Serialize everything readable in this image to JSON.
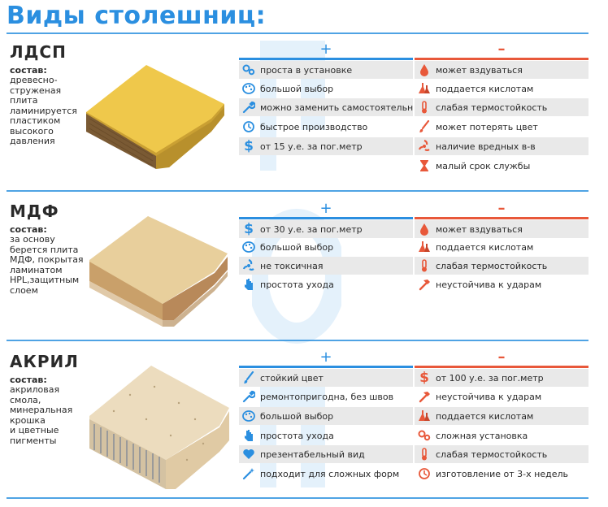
{
  "title": "Виды столешниц:",
  "colors": {
    "accent": "#2b8fe0",
    "minus": "#e8583a",
    "row_shade": "#e9e9e9"
  },
  "plus_symbol": "+",
  "minus_symbol": "–",
  "sections": [
    {
      "name": "ЛДСП",
      "comp_label": "состав:",
      "comp_lines": [
        "древесно-",
        "струженая",
        "плита",
        "ламинируется",
        "пластиком",
        "высокого",
        "давления"
      ],
      "pros": [
        {
          "icon": "gears-icon",
          "text": "проста в установке"
        },
        {
          "icon": "palette-icon",
          "text": "большой выбор"
        },
        {
          "icon": "wrench-icon",
          "text": "можно заменить самостоятельно"
        },
        {
          "icon": "clock-icon",
          "text": "быстрое производство"
        },
        {
          "icon": "dollar-icon",
          "text": "от 15 у.е. за пог.метр"
        }
      ],
      "cons": [
        {
          "icon": "drop-icon",
          "text": "может вздуваться"
        },
        {
          "icon": "flask-icon",
          "text": "поддается кислотам"
        },
        {
          "icon": "thermometer-icon",
          "text": "слабая термостойкость"
        },
        {
          "icon": "brush-icon",
          "text": "может потерять цвет"
        },
        {
          "icon": "hazard-icon",
          "text": "наличие вредных в-в"
        },
        {
          "icon": "hourglass-icon",
          "text": "малый срок службы"
        }
      ]
    },
    {
      "name": "МДФ",
      "comp_label": "состав:",
      "comp_lines": [
        "за основу",
        "берется плита",
        "МДФ, покрытая",
        "ламинатом",
        "HPL,защитным",
        "слоем"
      ],
      "pros": [
        {
          "icon": "dollar-icon",
          "text": "от 30 у.е. за пог.метр"
        },
        {
          "icon": "palette-icon",
          "text": "большой выбор"
        },
        {
          "icon": "nontoxic-icon",
          "text": "не токсичная"
        },
        {
          "icon": "hand-icon",
          "text": "простота ухода"
        }
      ],
      "cons": [
        {
          "icon": "drop-icon",
          "text": "может вздуваться"
        },
        {
          "icon": "flask-icon",
          "text": "поддается кислотам"
        },
        {
          "icon": "thermometer-icon",
          "text": "слабая термостойкость"
        },
        {
          "icon": "hammer-icon",
          "text": "неустойчива к ударам"
        }
      ]
    },
    {
      "name": "АКРИЛ",
      "comp_label": "состав:",
      "comp_lines": [
        "акриловая",
        "смола,",
        "минеральная",
        "крошка",
        "и цветные",
        "пигменты"
      ],
      "pros": [
        {
          "icon": "brush-icon",
          "text": "стойкий цвет"
        },
        {
          "icon": "wrench-icon",
          "text": "ремонтопригодна, без швов"
        },
        {
          "icon": "palette-icon",
          "text": "большой выбор"
        },
        {
          "icon": "hand-icon",
          "text": "простота ухода"
        },
        {
          "icon": "heart-icon",
          "text": "презентабельный вид"
        },
        {
          "icon": "magic-icon",
          "text": "подходит для сложных форм"
        }
      ],
      "cons": [
        {
          "icon": "dollar-icon",
          "text": "от 100 у.е. за пог.метр"
        },
        {
          "icon": "hammer-icon",
          "text": "неустойчива к ударам"
        },
        {
          "icon": "flask-icon",
          "text": "поддается кислотам"
        },
        {
          "icon": "gears-icon",
          "text": "сложная установка"
        },
        {
          "icon": "thermometer-icon",
          "text": "слабая термостойкость"
        },
        {
          "icon": "clock-icon",
          "text": "изготовление от 3-х недель"
        }
      ]
    }
  ]
}
